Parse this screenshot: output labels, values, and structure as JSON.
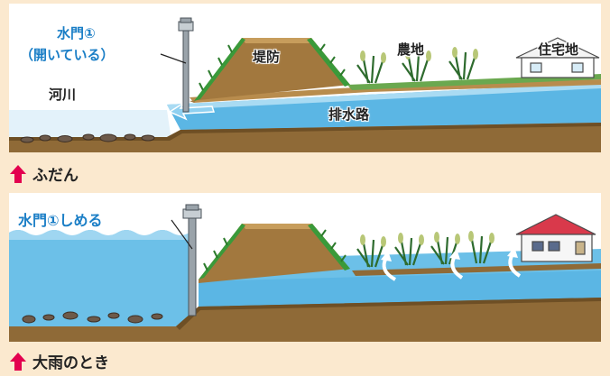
{
  "top_panel": {
    "gate_label_line1": "水門①",
    "gate_label_line2": "（開いている）",
    "river_label": "河川",
    "levee_label": "堤防",
    "farmland_label": "農地",
    "residential_label": "住宅地",
    "drainage_label": "排水路"
  },
  "bottom_panel": {
    "gate_label": "水門①しめる"
  },
  "captions": {
    "normal": "ふだん",
    "heavy_rain": "大雨のとき"
  },
  "colors": {
    "background": "#fbe9cf",
    "water_light": "#cfe8f5",
    "water": "#6cc0e8",
    "levee": "#a2783e",
    "grass": "#3a9a3a",
    "accent_arrow": "#e3004f",
    "label_blue": "#1a7ec6"
  }
}
